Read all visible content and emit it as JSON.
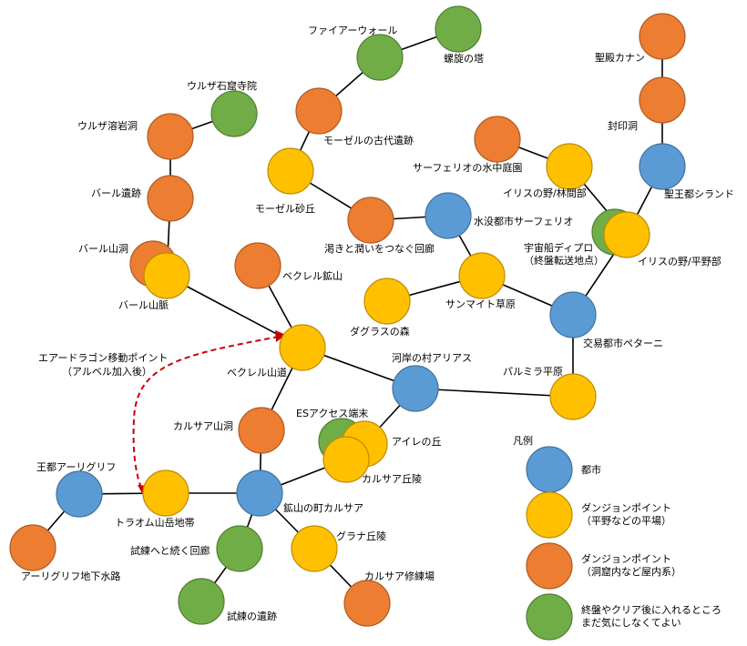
{
  "colors": {
    "city": "#5b9bd5",
    "field": "#ffc000",
    "indoor": "#ed7d31",
    "late": "#70ad47",
    "city_stroke": "#41719c",
    "field_stroke": "#bc8c00",
    "indoor_stroke": "#ae5a21",
    "late_stroke": "#507e32",
    "route": "#cc0000"
  },
  "nodes": [
    {
      "id": "firewall",
      "label": "ファイアーウォール",
      "type": "late"
    },
    {
      "id": "spiral",
      "label": "螺旋の塔",
      "type": "late"
    },
    {
      "id": "seiden",
      "label": "聖殿カナン",
      "type": "indoor"
    },
    {
      "id": "fuuin",
      "label": "封印洞",
      "type": "indoor"
    },
    {
      "id": "seiou",
      "label": "聖王都シランド",
      "type": "city"
    },
    {
      "id": "ulza_temple",
      "label": "ウルザ石窟寺院",
      "type": "late"
    },
    {
      "id": "ulza_cave",
      "label": "ウルザ溶岩洞",
      "type": "indoor"
    },
    {
      "id": "barl_ruins",
      "label": "バール遺跡",
      "type": "indoor"
    },
    {
      "id": "barl_cave",
      "label": "バール山洞",
      "type": "indoor"
    },
    {
      "id": "barl_range",
      "label": "バール山脈",
      "type": "field"
    },
    {
      "id": "mosel_ruins",
      "label": "モーゼルの古代遺跡",
      "type": "indoor"
    },
    {
      "id": "mosel_dune",
      "label": "モーゼル砂丘",
      "type": "field"
    },
    {
      "id": "corridor",
      "label": "渇きと潤いをつなぐ回廊",
      "type": "indoor"
    },
    {
      "id": "surf_garden",
      "label": "サーフェリオの水中庭園",
      "type": "indoor"
    },
    {
      "id": "iris_forest",
      "label": "イリスの野/林間部",
      "type": "field"
    },
    {
      "id": "ship",
      "label": "宇宙船ディプロ\n（終盤転送地点）",
      "type": "late"
    },
    {
      "id": "iris_plain",
      "label": "イリスの野/平野部",
      "type": "field"
    },
    {
      "id": "surferio",
      "label": "水没都市サーフェリオ",
      "type": "city"
    },
    {
      "id": "sanmite",
      "label": "サンマイト草原",
      "type": "field"
    },
    {
      "id": "dagrass",
      "label": "ダグラスの森",
      "type": "field"
    },
    {
      "id": "peterny",
      "label": "交易都市ペターニ",
      "type": "city"
    },
    {
      "id": "palmyra",
      "label": "パルミラ平原",
      "type": "field"
    },
    {
      "id": "bequerel_mine",
      "label": "ベクレル鉱山",
      "type": "indoor"
    },
    {
      "id": "bequerel_road",
      "label": "ベクレル山道",
      "type": "field"
    },
    {
      "id": "arias",
      "label": "河岸の村アリアス",
      "type": "city"
    },
    {
      "id": "karsa_cave",
      "label": "カルサア山洞",
      "type": "indoor"
    },
    {
      "id": "es_terminal",
      "label": "ESアクセス端末",
      "type": "late"
    },
    {
      "id": "aile",
      "label": "アイレの丘",
      "type": "field"
    },
    {
      "id": "karsa_hill",
      "label": "カルサア丘陵",
      "type": "field"
    },
    {
      "id": "aquaria",
      "label": "王都アーリグリフ",
      "type": "city"
    },
    {
      "id": "aquaria_canal",
      "label": "アーリグリフ地下水路",
      "type": "indoor"
    },
    {
      "id": "traum",
      "label": "トラオム山岳地帯",
      "type": "field"
    },
    {
      "id": "karsa",
      "label": "鉱山の町カルサア",
      "type": "city"
    },
    {
      "id": "trial_corr",
      "label": "試練へと続く回廊",
      "type": "late"
    },
    {
      "id": "trial_ruins",
      "label": "試練の遺跡",
      "type": "late"
    },
    {
      "id": "grana",
      "label": "グラナ丘陵",
      "type": "field"
    },
    {
      "id": "karsa_train",
      "label": "カルサア修練場",
      "type": "indoor"
    }
  ],
  "edges": [
    [
      "firewall",
      "spiral"
    ],
    [
      "firewall",
      "mosel_ruins"
    ],
    [
      "mosel_ruins",
      "mosel_dune"
    ],
    [
      "mosel_dune",
      "corridor"
    ],
    [
      "corridor",
      "surferio"
    ],
    [
      "surferio",
      "sanmite"
    ],
    [
      "sanmite",
      "dagrass"
    ],
    [
      "sanmite",
      "peterny"
    ],
    [
      "peterny",
      "iris_plain"
    ],
    [
      "peterny",
      "palmyra"
    ],
    [
      "palmyra",
      "arias"
    ],
    [
      "iris_plain",
      "seiou"
    ],
    [
      "seiou",
      "fuuin"
    ],
    [
      "fuuin",
      "seiden"
    ],
    [
      "surf_garden",
      "iris_forest"
    ],
    [
      "iris_forest",
      "iris_plain"
    ],
    [
      "ulza_temple",
      "ulza_cave"
    ],
    [
      "ulza_cave",
      "barl_ruins"
    ],
    [
      "barl_ruins",
      "barl_range"
    ],
    [
      "barl_range",
      "bequerel_road"
    ],
    [
      "bequerel_mine",
      "bequerel_road"
    ],
    [
      "bequerel_road",
      "arias"
    ],
    [
      "bequerel_road",
      "karsa_cave"
    ],
    [
      "karsa_cave",
      "karsa"
    ],
    [
      "arias",
      "aile"
    ],
    [
      "karsa",
      "karsa_hill"
    ],
    [
      "aquaria",
      "traum"
    ],
    [
      "aquaria",
      "aquaria_canal"
    ],
    [
      "traum",
      "karsa"
    ],
    [
      "karsa",
      "trial_corr"
    ],
    [
      "trial_corr",
      "trial_ruins"
    ],
    [
      "karsa",
      "grana"
    ],
    [
      "grana",
      "karsa_train"
    ]
  ],
  "legend": {
    "title": "凡例",
    "items": [
      {
        "type": "city",
        "label": "都市"
      },
      {
        "type": "field",
        "label": "ダンジョンポイント\n（平野などの平場）"
      },
      {
        "type": "indoor",
        "label": "ダンジョンポイント\n（洞窟内など屋内系）"
      },
      {
        "type": "late",
        "label": "終盤やクリア後に入れるところ\nまだ気にしなくてよい"
      }
    ]
  },
  "route_note": "エアードラゴン移動ポイント\n（アルベル加入後）"
}
